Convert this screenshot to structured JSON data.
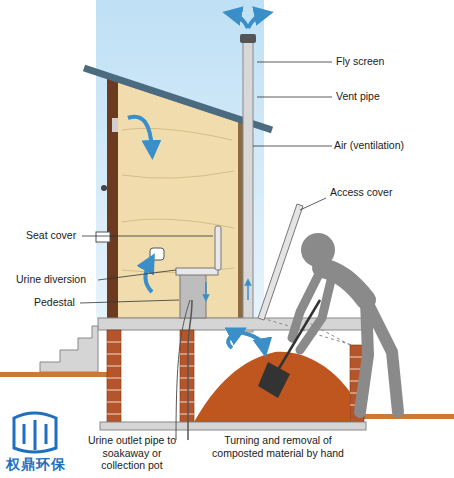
{
  "diagram": {
    "labels": [
      "Fly screen",
      "Vent pipe",
      "Air (ventilation)",
      "Access cover",
      "Seat cover",
      "Urine diversion",
      "Pedestal",
      "Urine outlet pipe to soakaway or collection pot",
      "Turning and removal of composted material by hand",
      "权鼎环保"
    ]
  }
}
